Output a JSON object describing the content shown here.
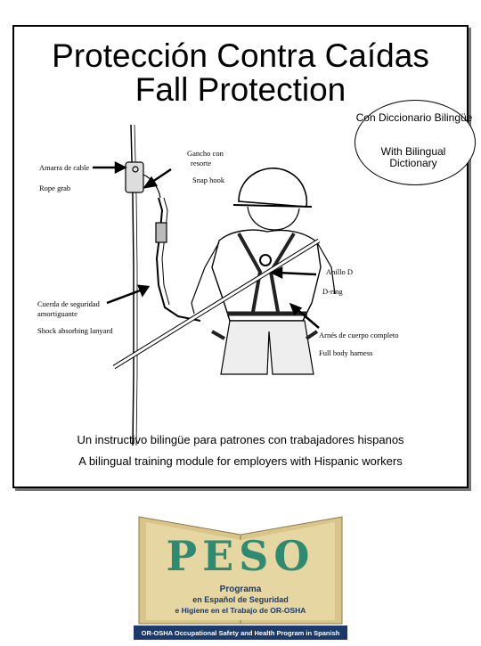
{
  "header": {
    "title_es": "Protección Contra Caídas",
    "title_en": "Fall Protection"
  },
  "badge": {
    "line_es": "Con Diccionario Bilingüe",
    "line_en": "With Bilingual Dictionary"
  },
  "labels": {
    "rope_grab_es": "Amarra de cable",
    "rope_grab_en": "Rope grab",
    "snap_hook_es_1": "Gancho con",
    "snap_hook_es_2": "resorte",
    "snap_hook_en": "Snap hook",
    "d_ring_es": "Anillo D",
    "d_ring_en": "D-ring",
    "lanyard_es_1": "Cuerda de seguridad",
    "lanyard_es_2": "amortiguante",
    "lanyard_en": "Shock absorbing lanyard",
    "harness_es": "Arnés de cuerpo completo",
    "harness_en": "Full body harness"
  },
  "taglines": {
    "es": "Un instructivo bilingüe para patrones con trabajadores hispanos",
    "en": "A bilingual training module for employers with Hispanic workers"
  },
  "logo": {
    "word": "PESO",
    "line1": "Programa",
    "line2": "en Español de Seguridad",
    "line3": "e Higiene en el Trabajo de OR-OSHA",
    "footer": "OR-OSHA Occupational Safety and Health Program in Spanish"
  },
  "colors": {
    "logo_green": "#2e8b72",
    "logo_navy": "#1b3a6b",
    "logo_tan": "#d9c48a"
  }
}
